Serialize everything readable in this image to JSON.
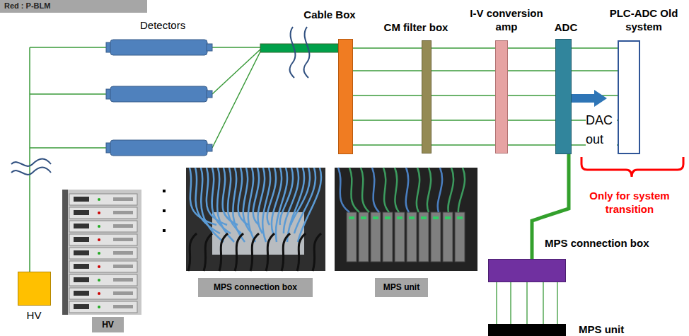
{
  "diagram": {
    "nodes": [
      {
        "text": [
          "Red : P-BLM"
        ]
      },
      {
        "text": [
          "Cable Box"
        ]
      },
      {
        "text": [
          "CM filter box"
        ]
      },
      {
        "text": [
          "I-V conversion amp"
        ]
      },
      {
        "text": [
          "ADC"
        ]
      },
      {
        "text": [
          "PLC-ADC Old system"
        ]
      },
      {
        "text": [
          "MPS connection box"
        ]
      },
      {
        "text": [
          "HV"
        ]
      },
      {
        "text": [
          "HV"
        ]
      },
      {
        "text": [
          "MPS connection box"
        ]
      },
      {
        "text": [
          "MPS unit"
        ]
      },
      {
        "text": [
          "MPS unit"
        ]
      }
    ],
    "edges": [
      {
        "from": 1,
        "to": 2,
        "arrow": "none"
      },
      {
        "from": 1,
        "to": 2,
        "arrow": "none"
      },
      {
        "from": 1,
        "to": 2,
        "arrow": "none"
      },
      {
        "from": 1,
        "to": 2,
        "arrow": "none"
      },
      {
        "from": 1,
        "to": 2,
        "arrow": "none"
      },
      {
        "from": 2,
        "to": 3,
        "arrow": "none"
      },
      {
        "from": 2,
        "to": 3,
        "arrow": "none"
      },
      {
        "from": 2,
        "to": 3,
        "arrow": "none"
      },
      {
        "from": 2,
        "to": 3,
        "arrow": "none"
      },
      {
        "from": 2,
        "to": 3,
        "arrow": "none"
      },
      {
        "from": 3,
        "to": 4,
        "arrow": "none"
      },
      {
        "from": 3,
        "to": 4,
        "arrow": "none"
      },
      {
        "from": 3,
        "to": 4,
        "arrow": "none"
      },
      {
        "from": 3,
        "to": 4,
        "arrow": "none"
      },
      {
        "from": 3,
        "to": 4,
        "arrow": "none"
      },
      {
        "from": 4,
        "to": 5,
        "arrow": "none"
      },
      {
        "from": 4,
        "to": 5,
        "arrow": "none"
      },
      {
        "from": 4,
        "to": 5,
        "arrow": "none"
      },
      {
        "from": 4,
        "to": 5,
        "arrow": "none"
      },
      {
        "from": 4,
        "to": 5,
        "arrow": "none"
      },
      {
        "from": 4,
        "to": 6,
        "arrow": "none"
      },
      {
        "from": 6,
        "to": 11,
        "arrow": "none"
      },
      {
        "from": 6,
        "to": 11,
        "arrow": "none"
      },
      {
        "from": 6,
        "to": 11,
        "arrow": "none"
      },
      {
        "from": 6,
        "to": 11,
        "arrow": "none"
      },
      {
        "from": 6,
        "to": 11,
        "arrow": "none"
      }
    ],
    "labels": [
      "Detectors",
      "DAC out",
      "Only for system transition"
    ]
  }
}
